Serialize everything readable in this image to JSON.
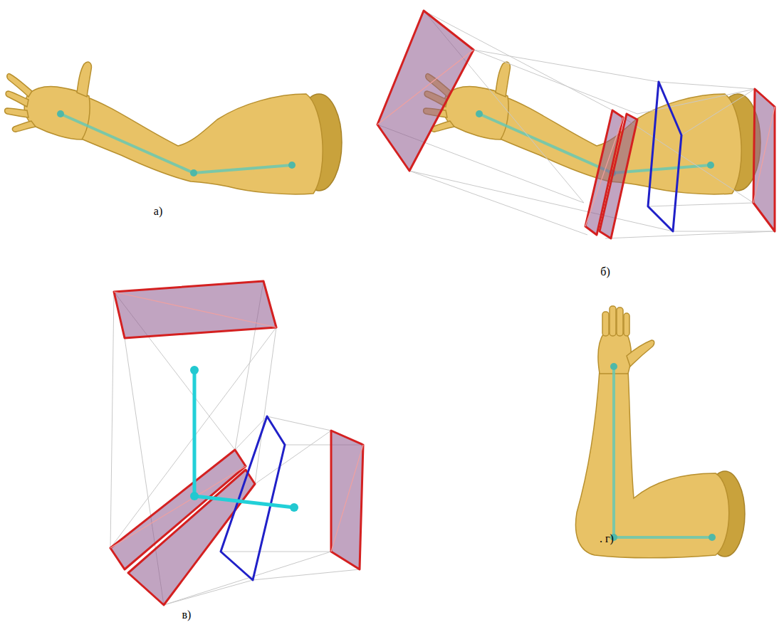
{
  "diagram": {
    "labels": [
      "а)",
      "б)",
      "в)",
      ". г)"
    ]
  }
}
